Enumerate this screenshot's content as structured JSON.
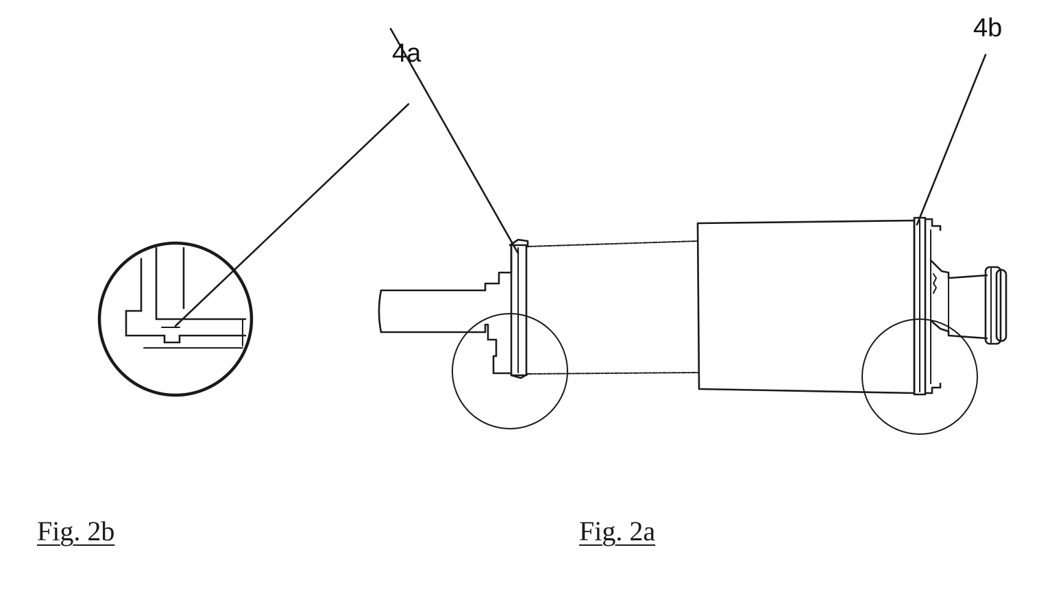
{
  "figure": {
    "labels": {
      "ref_4a": "4a",
      "ref_4b": "4b"
    },
    "captions": {
      "fig_2b": "Fig. 2b",
      "fig_2a": "Fig. 2a"
    },
    "colors": {
      "ink": "#1a1a1a",
      "background": "#ffffff"
    }
  }
}
